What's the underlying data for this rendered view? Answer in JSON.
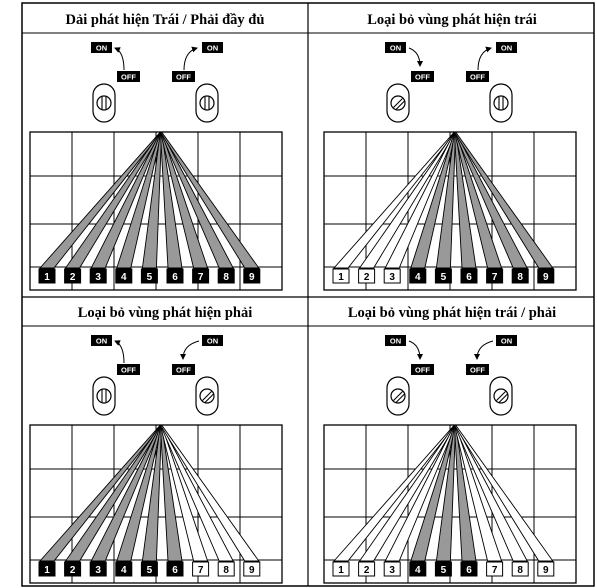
{
  "panels": [
    {
      "title": "Dải phát hiện Trái / Phải đầy đủ",
      "left_switch": "on",
      "right_switch": "on",
      "zones": [
        {
          "label": "1",
          "active": true
        },
        {
          "label": "2",
          "active": true
        },
        {
          "label": "3",
          "active": true
        },
        {
          "label": "4",
          "active": true
        },
        {
          "label": "5",
          "active": true
        },
        {
          "label": "6",
          "active": true
        },
        {
          "label": "7",
          "active": true
        },
        {
          "label": "8",
          "active": true
        },
        {
          "label": "9",
          "active": true
        }
      ]
    },
    {
      "title": "Loại bỏ vùng phát hiện trái",
      "left_switch": "off",
      "right_switch": "on",
      "zones": [
        {
          "label": "1",
          "active": false
        },
        {
          "label": "2",
          "active": false
        },
        {
          "label": "3",
          "active": false
        },
        {
          "label": "4",
          "active": true
        },
        {
          "label": "5",
          "active": true
        },
        {
          "label": "6",
          "active": true
        },
        {
          "label": "7",
          "active": true
        },
        {
          "label": "8",
          "active": true
        },
        {
          "label": "9",
          "active": true
        }
      ]
    },
    {
      "title": "Loại bỏ vùng phát hiện phải",
      "left_switch": "on",
      "right_switch": "off",
      "zones": [
        {
          "label": "1",
          "active": true
        },
        {
          "label": "2",
          "active": true
        },
        {
          "label": "3",
          "active": true
        },
        {
          "label": "4",
          "active": true
        },
        {
          "label": "5",
          "active": true
        },
        {
          "label": "6",
          "active": true
        },
        {
          "label": "7",
          "active": false
        },
        {
          "label": "8",
          "active": false
        },
        {
          "label": "9",
          "active": false
        }
      ]
    },
    {
      "title": "Loại bỏ vùng phát hiện trái / phải",
      "left_switch": "off",
      "right_switch": "off",
      "zones": [
        {
          "label": "1",
          "active": false
        },
        {
          "label": "2",
          "active": false
        },
        {
          "label": "3",
          "active": false
        },
        {
          "label": "4",
          "active": true
        },
        {
          "label": "5",
          "active": true
        },
        {
          "label": "6",
          "active": true
        },
        {
          "label": "7",
          "active": false
        },
        {
          "label": "8",
          "active": false
        },
        {
          "label": "9",
          "active": false
        }
      ]
    }
  ],
  "switch_labels": {
    "on": "ON",
    "off": "OFF"
  },
  "colors": {
    "active_beam": "#999999",
    "inactive_beam": "#ffffff",
    "active_box": "#000000",
    "inactive_box": "#ffffff"
  }
}
